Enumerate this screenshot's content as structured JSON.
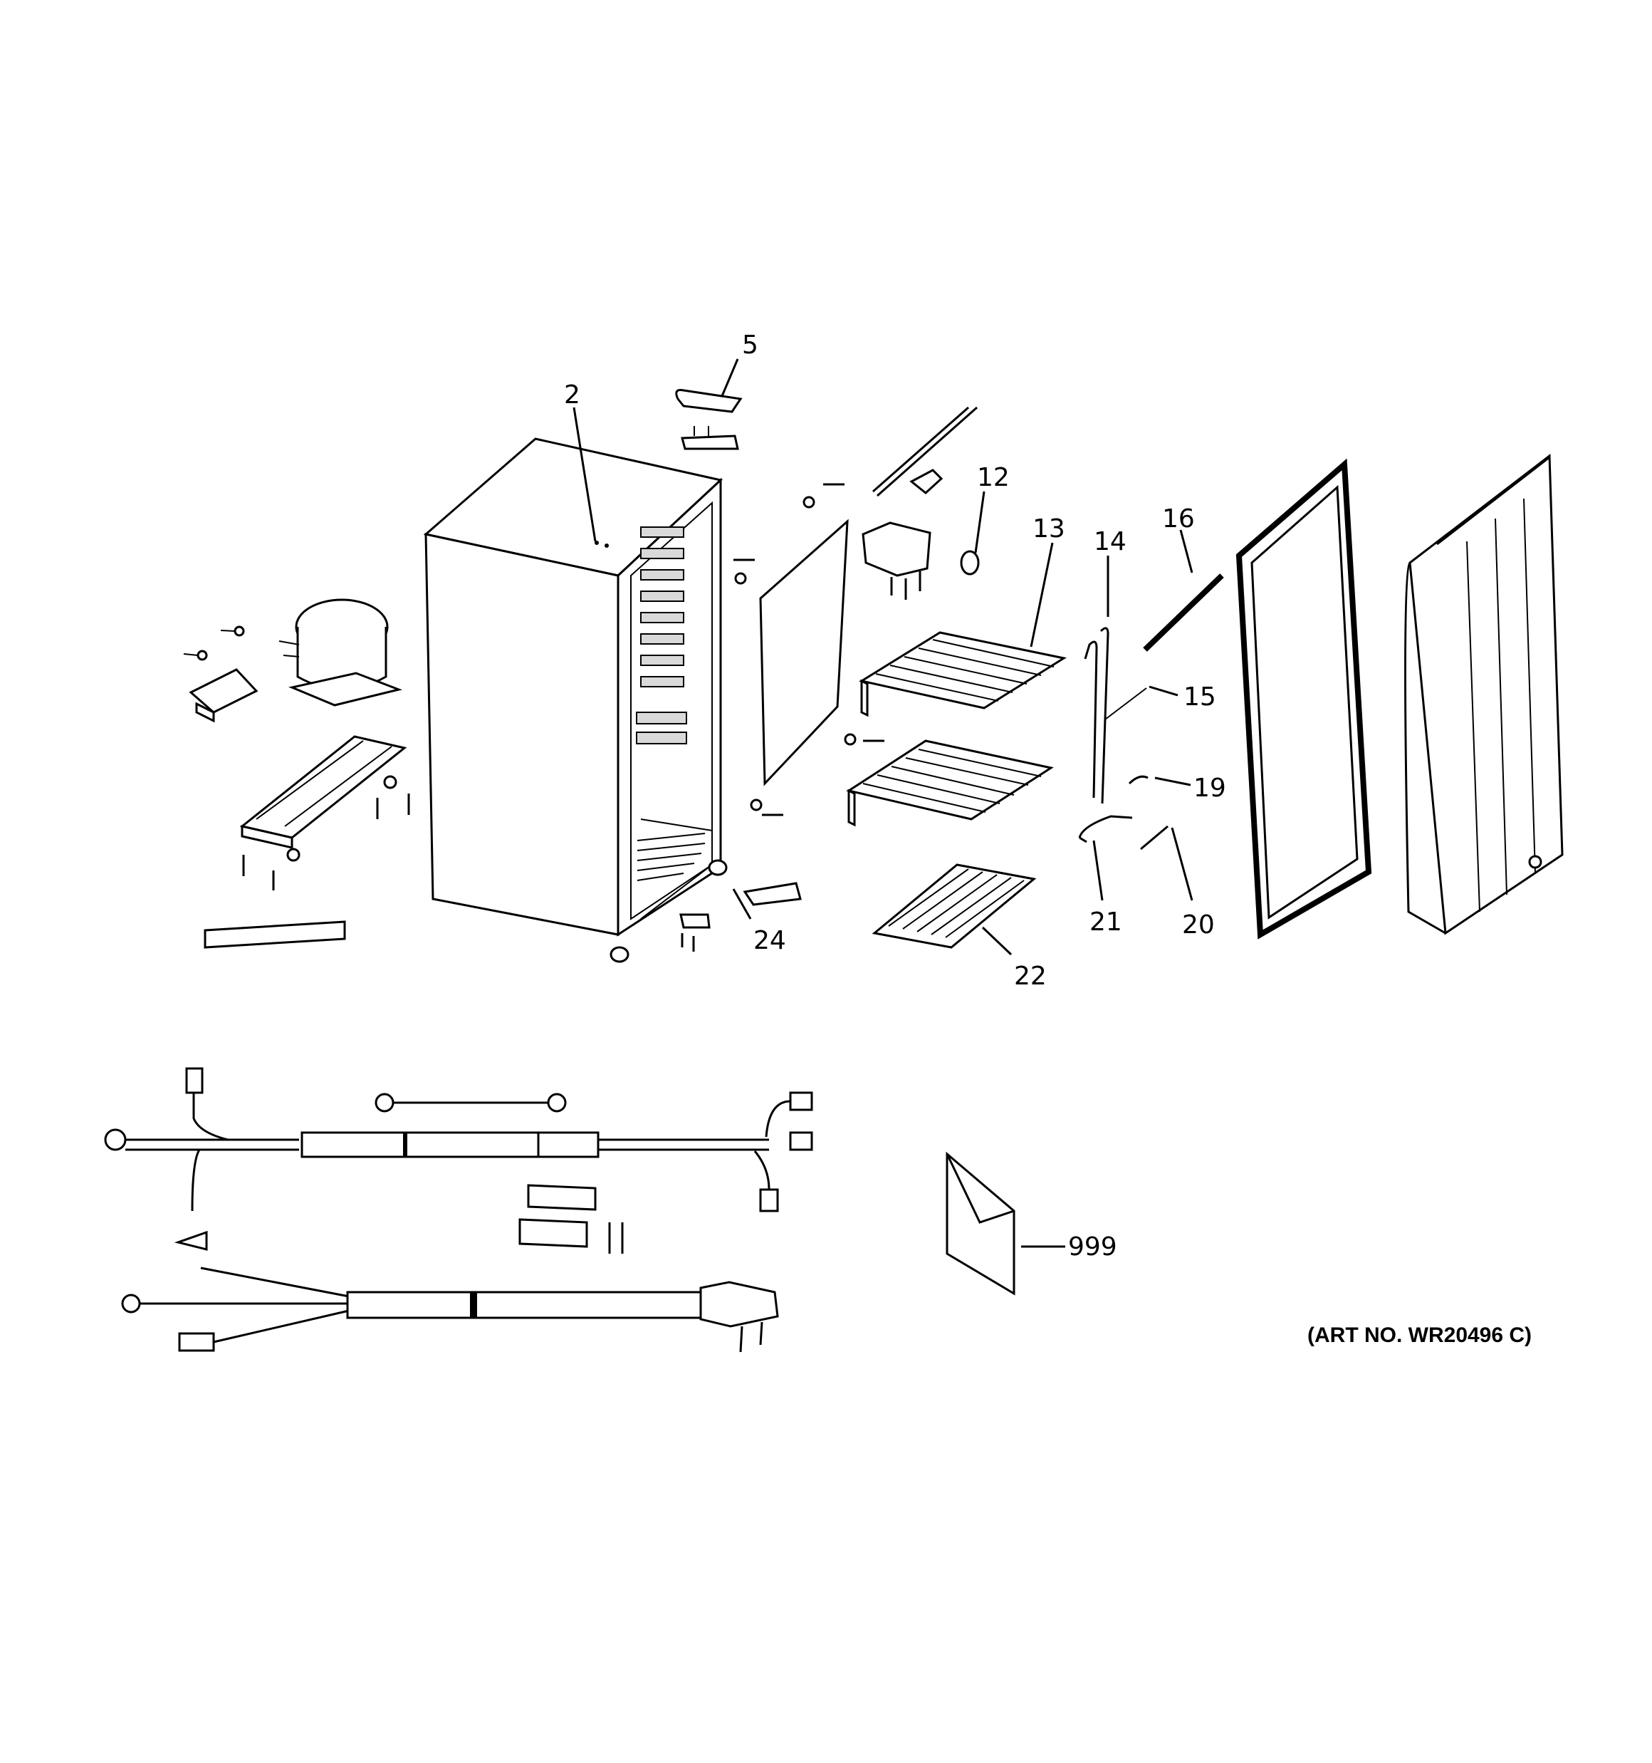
{
  "callouts": [
    {
      "id": "2",
      "label": "2"
    },
    {
      "id": "5",
      "label": "5"
    },
    {
      "id": "12",
      "label": "12"
    },
    {
      "id": "13",
      "label": "13"
    },
    {
      "id": "14",
      "label": "14"
    },
    {
      "id": "15",
      "label": "15"
    },
    {
      "id": "16",
      "label": "16"
    },
    {
      "id": "19",
      "label": "19"
    },
    {
      "id": "20",
      "label": "20"
    },
    {
      "id": "21",
      "label": "21"
    },
    {
      "id": "22",
      "label": "22"
    },
    {
      "id": "24",
      "label": "24"
    },
    {
      "id": "999",
      "label": "999"
    }
  ],
  "art_number": "(ART NO. WR20496 C)"
}
